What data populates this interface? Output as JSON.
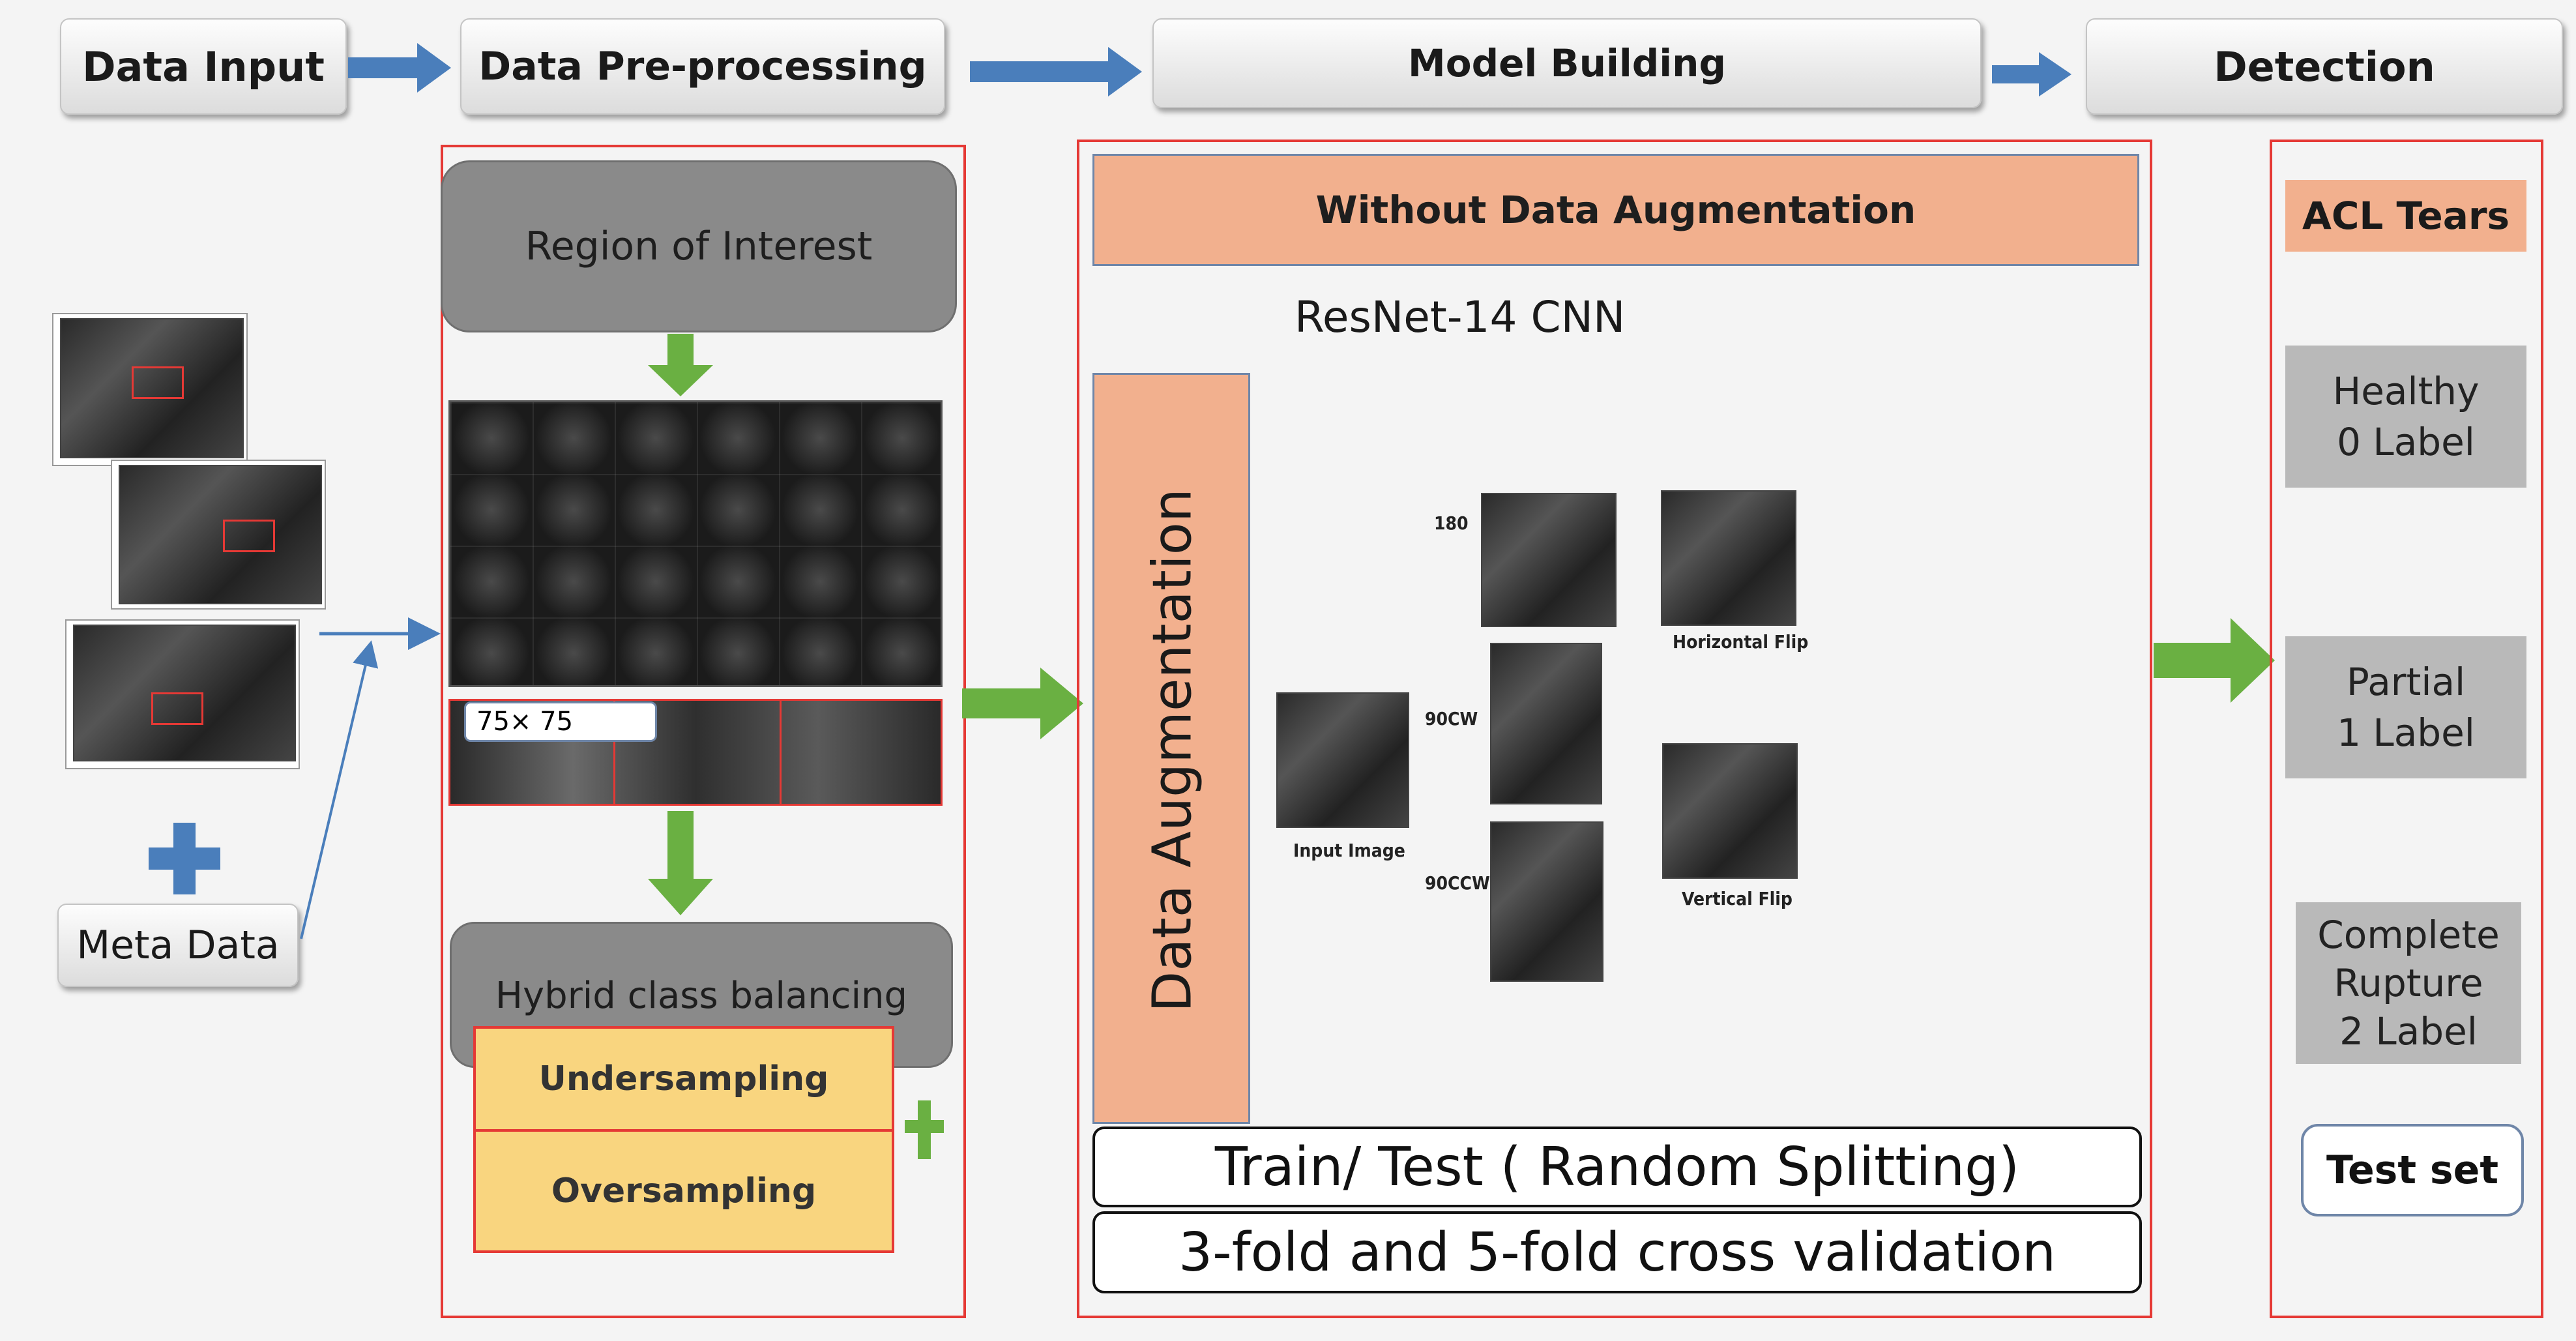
{
  "headers": {
    "data_input": "Data Input",
    "preprocessing": "Data Pre-processing",
    "model_building": "Model Building",
    "detection": "Detection"
  },
  "input": {
    "meta_data": "Meta Data"
  },
  "preprocessing": {
    "roi": "Region of Interest",
    "patch_size": "75× 75",
    "balancing": "Hybrid class balancing",
    "undersampling": "Undersampling",
    "oversampling": "Oversampling"
  },
  "model": {
    "without_aug": "Without Data Augmentation",
    "resnet": "ResNet-14 CNN",
    "data_aug": "Data Augmentation",
    "aug_labels": {
      "rot180": "180",
      "rot90cw": "90CW",
      "rot90ccw": "90CCW",
      "input": "Input Image",
      "hflip": "Horizontal Flip",
      "vflip": "Vertical Flip"
    },
    "train_test": "Train/ Test ( Random Splitting)",
    "cv": "3-fold and 5-fold cross validation"
  },
  "detection": {
    "acl": "ACL Tears",
    "healthy": "Healthy\n0 Label",
    "partial": "Partial\n1 Label",
    "complete": "Complete\nRupture\n2 Label",
    "test_set": "Test set"
  },
  "colors": {
    "header_arrow": "#4a7ebb",
    "green_arrow": "#6ab042",
    "red_border": "#e53935",
    "salmon": "#f2b08e",
    "yellow": "#f9d57f"
  }
}
